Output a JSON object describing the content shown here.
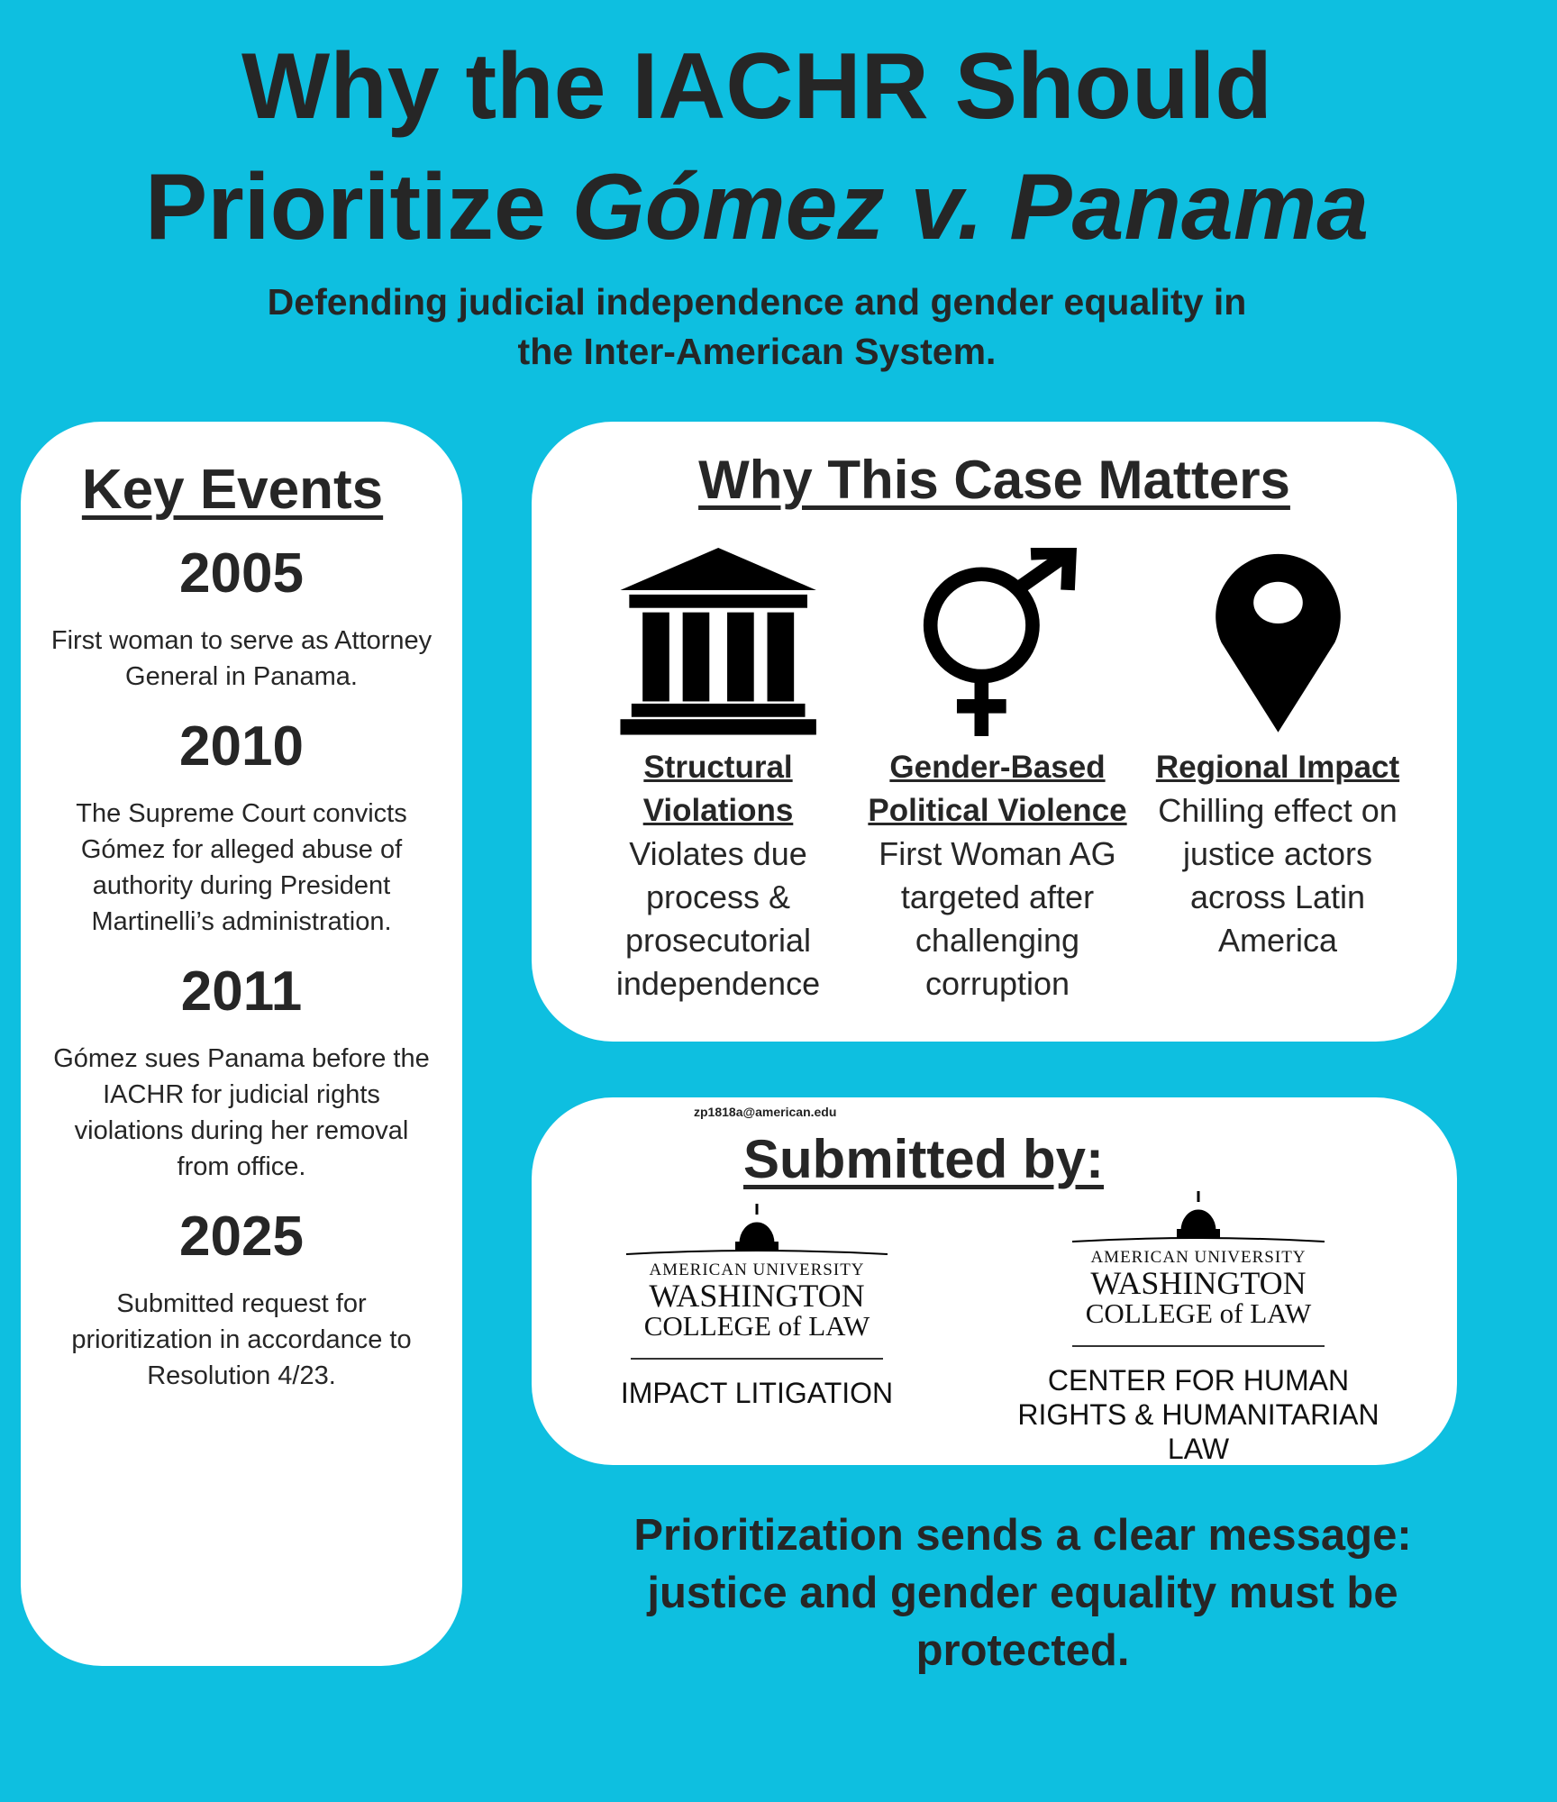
{
  "header": {
    "title_line1": "Why the IACHR Should",
    "title_line2_plain": "Prioritize ",
    "title_line2_italic": "Gómez v. Panama",
    "subtitle_line1": "Defending judicial independence and gender equality in",
    "subtitle_line2": "the Inter-American System."
  },
  "key_events": {
    "heading": "Key Events",
    "events": [
      {
        "year": "2005",
        "text": "First woman to serve as Attorney General in Panama."
      },
      {
        "year": "2010",
        "text": "The Supreme Court convicts Gómez for alleged abuse of authority during President Martinelli’s administration."
      },
      {
        "year": "2011",
        "text": "Gómez sues Panama before the IACHR for judicial rights violations during her removal from office."
      },
      {
        "year": "2025",
        "text": "Submitted request for prioritization in accordance to Resolution 4/23."
      }
    ]
  },
  "matters": {
    "heading": "Why This Case Matters",
    "items": [
      {
        "icon": "courthouse-icon",
        "label": "Structural Violations",
        "text": "Violates due process & prosecutorial independence"
      },
      {
        "icon": "gender-symbol-icon",
        "label": "Gender-Based Political Violence",
        "text": "First Woman AG targeted after challenging corruption"
      },
      {
        "icon": "map-pin-icon",
        "label": "Regional Impact",
        "text": "Chilling effect on justice actors across Latin America"
      }
    ]
  },
  "submitted": {
    "heading": "Submitted by:",
    "email": "zp1818a@american.edu",
    "logos": [
      {
        "au": "AMERICAN UNIVERSITY",
        "w": "WASHINGTON",
        "c": "COLLEGE of LAW",
        "org": "IMPACT LITIGATION"
      },
      {
        "au": "AMERICAN UNIVERSITY",
        "w": "WASHINGTON",
        "c": "COLLEGE of LAW",
        "org": "CENTER FOR HUMAN RIGHTS & HUMANITARIAN LAW"
      }
    ]
  },
  "footer": {
    "message": "Prioritization sends a clear message: justice and gender equality must be protected."
  },
  "colors": {
    "background": "#0ebfe0",
    "text": "#262626"
  }
}
